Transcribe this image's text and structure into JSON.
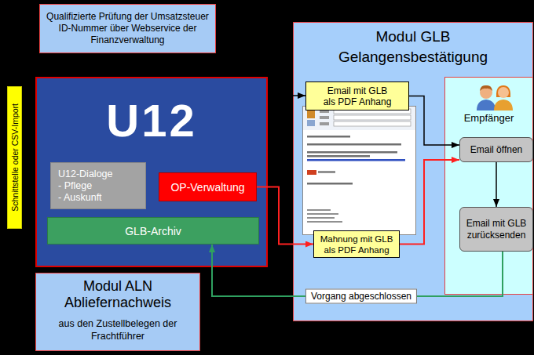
{
  "diagram": {
    "nodes": [
      {
        "text": [
          "Qualifizierte Prüfung der Umsatzsteuer ID-Nummer über Webservice der Finanzverwaltung"
        ]
      },
      {
        "text": [
          "Schnittstelle oder CSV-Import"
        ]
      },
      {
        "text": [
          "U12"
        ]
      },
      {
        "text": [
          "U12-Dialoge",
          "- Pflege",
          "- Auskunft"
        ],
        "in": 2
      },
      {
        "text": [
          "OP-Verwaltung"
        ],
        "in": 2
      },
      {
        "text": [
          "GLB-Archiv"
        ],
        "in": 2
      },
      {
        "text": [
          "Modul GLB Gelangensbestätigung"
        ]
      },
      {
        "text": [
          "Email mit GLB als PDF Anhang"
        ],
        "in": 6
      },
      {
        "text": [
          "Mahnung mit GLB als PDF Anhang"
        ],
        "in": 6
      },
      {
        "text": [
          "Empfänger"
        ],
        "in": 6
      },
      {
        "text": [
          "Email öffnen"
        ],
        "in": 9
      },
      {
        "text": [
          "Email mit GLB zurücksenden"
        ],
        "in": 9
      },
      {
        "text": [
          "Modul ALN Abliefernachweis",
          "aus den Zustellbelegen der Frachtführer"
        ]
      }
    ],
    "edges": [
      {
        "from": 2,
        "to": 7,
        "arrow": "to"
      },
      {
        "from": 7,
        "to": 10,
        "arrow": "to"
      },
      {
        "from": 10,
        "to": 11,
        "arrow": "to"
      },
      {
        "from": 4,
        "to": 8,
        "arrow": "to"
      },
      {
        "from": 8,
        "to": 10,
        "arrow": "to"
      },
      {
        "from": 11,
        "to": 5,
        "arrow": "to",
        "label": "Vorgang abgeschlossen"
      }
    ]
  }
}
